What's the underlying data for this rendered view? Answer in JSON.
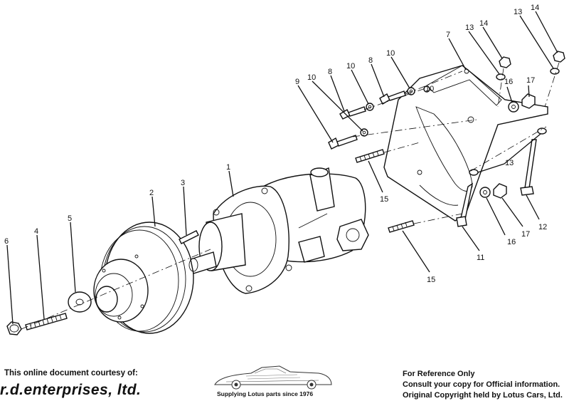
{
  "callouts": [
    "1",
    "2",
    "3",
    "4",
    "5",
    "6",
    "7",
    "8",
    "8",
    "9",
    "10",
    "10",
    "10",
    "10",
    "11",
    "12",
    "13",
    "13",
    "13",
    "14",
    "14",
    "15",
    "15",
    "16",
    "16",
    "17",
    "17"
  ],
  "footer": {
    "courtesy": "This online document courtesy of:",
    "brand": "r.d.enterprises, ltd.",
    "tagline": "Supplying Lotus parts since 1976",
    "notice_1": "For Reference Only",
    "notice_2": "Consult your copy for Official information.",
    "notice_3": "Original Copyright held by Lotus Cars, Ltd."
  }
}
